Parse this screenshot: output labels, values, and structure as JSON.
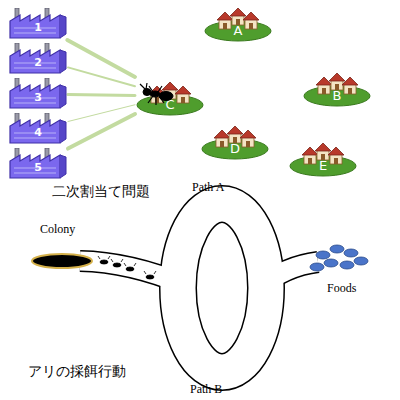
{
  "diagram": {
    "nodes": [
      {
        "text": [
          "1"
        ]
      },
      {
        "text": [
          "2"
        ]
      },
      {
        "text": [
          "3"
        ]
      },
      {
        "text": [
          "4"
        ]
      },
      {
        "text": [
          "5"
        ]
      },
      {
        "text": [
          "A"
        ]
      },
      {
        "text": [
          "B"
        ]
      },
      {
        "text": [
          "C"
        ]
      },
      {
        "text": [
          "D"
        ]
      },
      {
        "text": [
          "E"
        ]
      },
      {
        "text": [
          "Colony"
        ]
      },
      {
        "text": [
          "Foods"
        ]
      }
    ],
    "edges": [
      {
        "from": 0,
        "to": 7,
        "arrow": "none"
      },
      {
        "from": 1,
        "to": 7,
        "arrow": "none"
      },
      {
        "from": 2,
        "to": 7,
        "arrow": "none"
      },
      {
        "from": 3,
        "to": 7,
        "arrow": "none"
      },
      {
        "from": 4,
        "to": 7,
        "arrow": "none"
      }
    ],
    "labels": [
      "二次割当て問題",
      "Path A",
      "Path B",
      "アリの採餌行動"
    ]
  }
}
